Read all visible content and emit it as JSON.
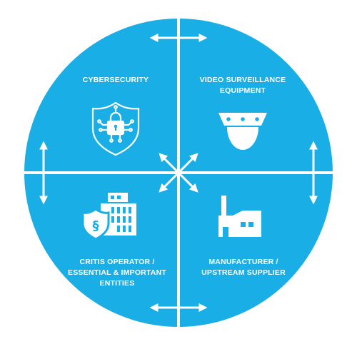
{
  "colors": {
    "circle": "#1aaee6",
    "foreground": "#ffffff"
  },
  "quadrants": [
    {
      "id": "cybersecurity",
      "lines": [
        "CYBERSECURITY"
      ],
      "icon": "shield-lock-circuit-icon"
    },
    {
      "id": "video-surveillance",
      "lines": [
        "VIDEO SURVEILLANCE",
        "EQUIPMENT"
      ],
      "icon": "dome-camera-icon"
    },
    {
      "id": "critis-operator",
      "lines": [
        "CRITIS OPERATOR /",
        "ESSENTIAL & IMPORTANT",
        "ENTITIES"
      ],
      "icon": "building-paragraph-shield-icon"
    },
    {
      "id": "manufacturer",
      "lines": [
        "MANUFACTURER /",
        "UPSTREAM SUPPLIER"
      ],
      "icon": "factory-icon"
    }
  ],
  "arrows": [
    "top-double-arrow",
    "bottom-double-arrow",
    "left-double-arrow",
    "right-double-arrow",
    "center-cross-arrows"
  ]
}
